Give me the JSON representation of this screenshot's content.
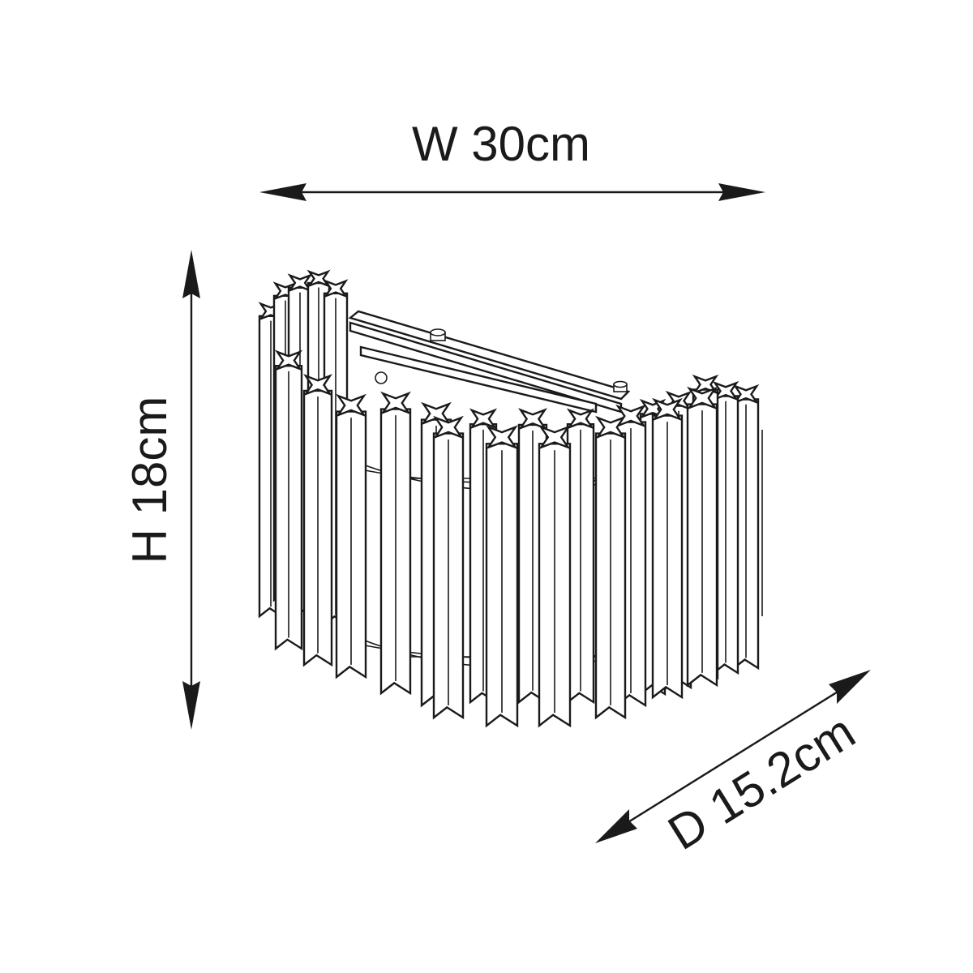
{
  "dimensions": {
    "width_label": "W 30cm",
    "height_label": "H 18cm",
    "depth_label": "D 15.2cm"
  },
  "colors": {
    "line": "#1a1a1a",
    "background": "#ffffff"
  }
}
